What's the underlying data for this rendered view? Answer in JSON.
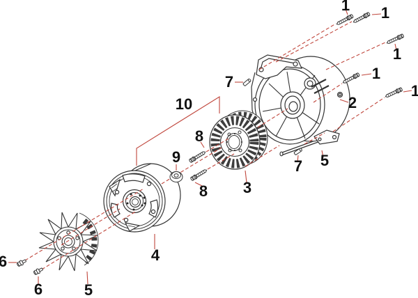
{
  "diagram": {
    "kind": "exploded-parts-view",
    "colors": {
      "background": "#ffffff",
      "line_art": "#333333",
      "leader_red": "#c0463c",
      "callout_text": "#111111"
    }
  },
  "callouts": [
    {
      "id": "1-a",
      "label": "1"
    },
    {
      "id": "1-b",
      "label": "1"
    },
    {
      "id": "1-c",
      "label": "1"
    },
    {
      "id": "1-d",
      "label": "1"
    },
    {
      "id": "1-e",
      "label": "1"
    },
    {
      "id": "2",
      "label": "2"
    },
    {
      "id": "3",
      "label": "3"
    },
    {
      "id": "4",
      "label": "4"
    },
    {
      "id": "5-a",
      "label": "5"
    },
    {
      "id": "5-b",
      "label": "5"
    },
    {
      "id": "6-a",
      "label": "6"
    },
    {
      "id": "6-b",
      "label": "6"
    },
    {
      "id": "7-a",
      "label": "7"
    },
    {
      "id": "7-b",
      "label": "7"
    },
    {
      "id": "8-a",
      "label": "8"
    },
    {
      "id": "8-b",
      "label": "8"
    },
    {
      "id": "9",
      "label": "9"
    },
    {
      "id": "10",
      "label": "10"
    }
  ]
}
